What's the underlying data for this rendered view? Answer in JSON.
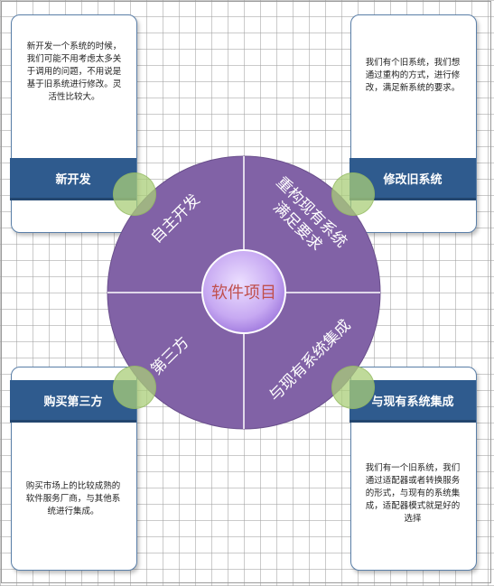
{
  "center": {
    "label": "软件项目"
  },
  "quadrants": [
    {
      "label": "自主开发"
    },
    {
      "label": "重构现有系统满足要求"
    },
    {
      "label": "第三方"
    },
    {
      "label": "与现有系统集成"
    }
  ],
  "cards": {
    "top_left": {
      "title": "新开发",
      "description_lines": [
        "新开发一个系统的时候，",
        "我们可能不用考虑太多关",
        "于调用的问题，不用说是",
        "基于旧系统进行修改。灵",
        "活性比较大。"
      ]
    },
    "top_right": {
      "title": "修改旧系统",
      "description_lines": [
        "我们有个旧系统，我们想",
        "通过重构的方式，进行修",
        "改，满足新系统的要求。"
      ]
    },
    "bottom_left": {
      "title": "购买第三方",
      "description_lines": [
        "购买市场上的比较成熟的",
        "软件服务厂商，与其他系",
        "统进行集成。"
      ]
    },
    "bottom_right": {
      "title": "与现有系统集成",
      "description_lines": [
        "我们有一个旧系统，我们",
        "通过适配器或者转换服务",
        "的形式，与现有的系统集",
        "成，适配器模式就是好的",
        "选择"
      ]
    }
  },
  "colors": {
    "wheel": "#8162a6",
    "center_fill": "#c9aef2",
    "center_text": "#c0504d",
    "card_bar": "#2f5b8e",
    "dot": "#aacd78"
  }
}
